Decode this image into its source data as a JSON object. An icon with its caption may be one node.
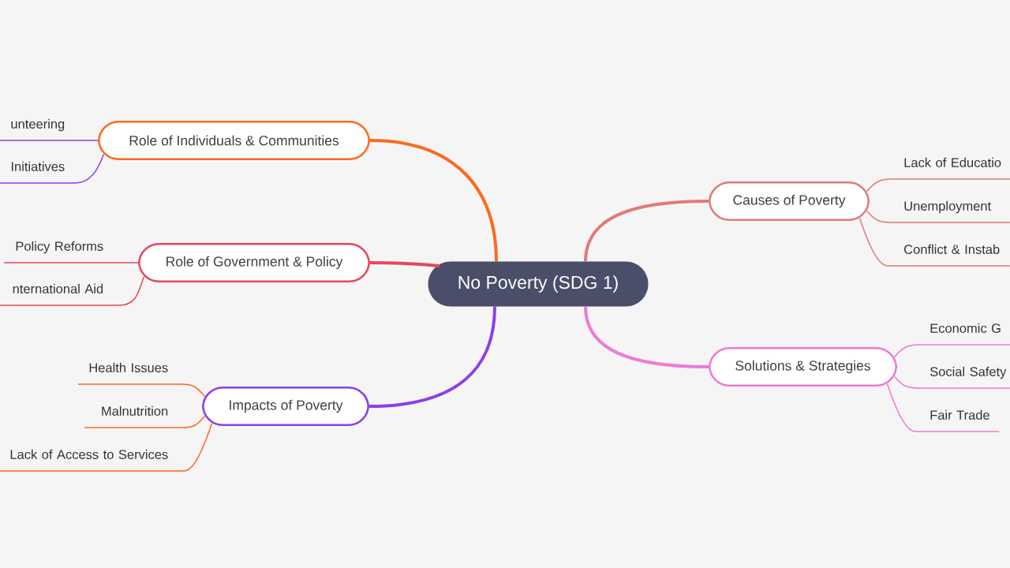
{
  "diagram": {
    "nodes": [
      {
        "text": [
          "No Poverty (SDG 1)"
        ]
      },
      {
        "text": [
          "Role of Individuals & Communities"
        ]
      },
      {
        "text": [
          "unteering"
        ]
      },
      {
        "text": [
          "Initiatives"
        ]
      },
      {
        "text": [
          "Role of Government & Policy"
        ]
      },
      {
        "text": [
          "Policy Reforms"
        ]
      },
      {
        "text": [
          "nternational Aid"
        ]
      },
      {
        "text": [
          "Impacts of Poverty"
        ]
      },
      {
        "text": [
          "Health Issues"
        ]
      },
      {
        "text": [
          "Malnutrition"
        ]
      },
      {
        "text": [
          "Lack of Access to Services"
        ]
      },
      {
        "text": [
          "Causes of Poverty"
        ]
      },
      {
        "text": [
          "Lack of Educatio"
        ]
      },
      {
        "text": [
          "Unemployment"
        ]
      },
      {
        "text": [
          "Conflict & Instab"
        ]
      },
      {
        "text": [
          "Solutions & Strategies"
        ]
      },
      {
        "text": [
          "Economic G"
        ]
      },
      {
        "text": [
          "Social Safety"
        ]
      },
      {
        "text": [
          "Fair Trade"
        ]
      }
    ],
    "edges": [
      {
        "from": 0,
        "to": 1,
        "arrow": "none",
        "style": "thick",
        "color": "#fb6a1e"
      },
      {
        "from": 1,
        "to": 2,
        "arrow": "none",
        "color": "#8c3fe8"
      },
      {
        "from": 1,
        "to": 3,
        "arrow": "none",
        "color": "#8c3fe8"
      },
      {
        "from": 0,
        "to": 4,
        "arrow": "none",
        "style": "thick",
        "color": "#e5485c"
      },
      {
        "from": 4,
        "to": 5,
        "arrow": "none",
        "color": "#e5485c"
      },
      {
        "from": 4,
        "to": 6,
        "arrow": "none",
        "color": "#e5485c"
      },
      {
        "from": 0,
        "to": 7,
        "arrow": "none",
        "style": "thick",
        "color": "#8c3fe8"
      },
      {
        "from": 7,
        "to": 8,
        "arrow": "none",
        "color": "#fb6a1e"
      },
      {
        "from": 7,
        "to": 9,
        "arrow": "none",
        "color": "#fb6a1e"
      },
      {
        "from": 7,
        "to": 10,
        "arrow": "none",
        "color": "#fb6a1e"
      },
      {
        "from": 0,
        "to": 11,
        "arrow": "none",
        "style": "thick",
        "color": "#e07a7a"
      },
      {
        "from": 11,
        "to": 12,
        "arrow": "none",
        "color": "#e07a7a"
      },
      {
        "from": 11,
        "to": 13,
        "arrow": "none",
        "color": "#e07a7a"
      },
      {
        "from": 11,
        "to": 14,
        "arrow": "none",
        "color": "#e07a7a"
      },
      {
        "from": 0,
        "to": 15,
        "arrow": "none",
        "style": "thick",
        "color": "#ec7bd4"
      },
      {
        "from": 15,
        "to": 16,
        "arrow": "none",
        "color": "#ec7bd4"
      },
      {
        "from": 15,
        "to": 17,
        "arrow": "none",
        "color": "#ec7bd4"
      },
      {
        "from": 15,
        "to": 18,
        "arrow": "none",
        "color": "#ec7bd4"
      }
    ]
  }
}
